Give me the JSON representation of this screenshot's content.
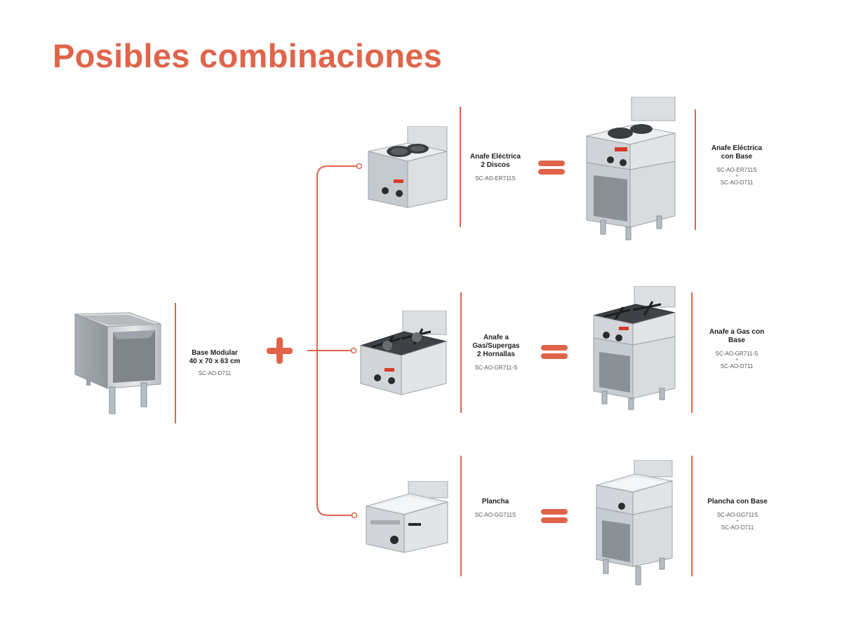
{
  "title": "Posibles combinaciones",
  "colors": {
    "accent": "#e0644a",
    "steel_light": "#d9dcdf",
    "steel_dark": "#8f959b"
  },
  "base": {
    "name": "Base Modular\n40 x 70 x 63 cm",
    "code": "SC-AO-D711",
    "image": "modular-base-cabinet"
  },
  "connector_icons": {
    "plus": "plus-icon",
    "equals": "equals-icon"
  },
  "rows": [
    {
      "item": {
        "name": "Anafe Eléctrica\n2 Discos",
        "code": "SC-AO-ER711S",
        "image": "electric-hob-2-discs"
      },
      "result": {
        "name": "Anafe Eléctrica\ncon Base",
        "code_top": "SC-AO-ER711S",
        "plus": "+",
        "code_bottom": "SC-AO-D711",
        "image": "electric-hob-with-base"
      }
    },
    {
      "item": {
        "name": "Anafe a\nGas/Supergas\n2 Hornallas",
        "code": "SC-AO-GR711-S",
        "image": "gas-hob-2-burners"
      },
      "result": {
        "name": "Anafe a Gas con\nBase",
        "code_top": "SC-AO-GR711-S",
        "plus": "+",
        "code_bottom": "SC-AO-D711",
        "image": "gas-hob-with-base"
      }
    },
    {
      "item": {
        "name": "Plancha",
        "code": "SC-AO-GG711S",
        "image": "griddle-plate"
      },
      "result": {
        "name": "Plancha con Base",
        "code_top": "SC-AO-GG711S",
        "plus": "+",
        "code_bottom": "SC-AO-D711",
        "image": "griddle-with-base"
      }
    }
  ]
}
